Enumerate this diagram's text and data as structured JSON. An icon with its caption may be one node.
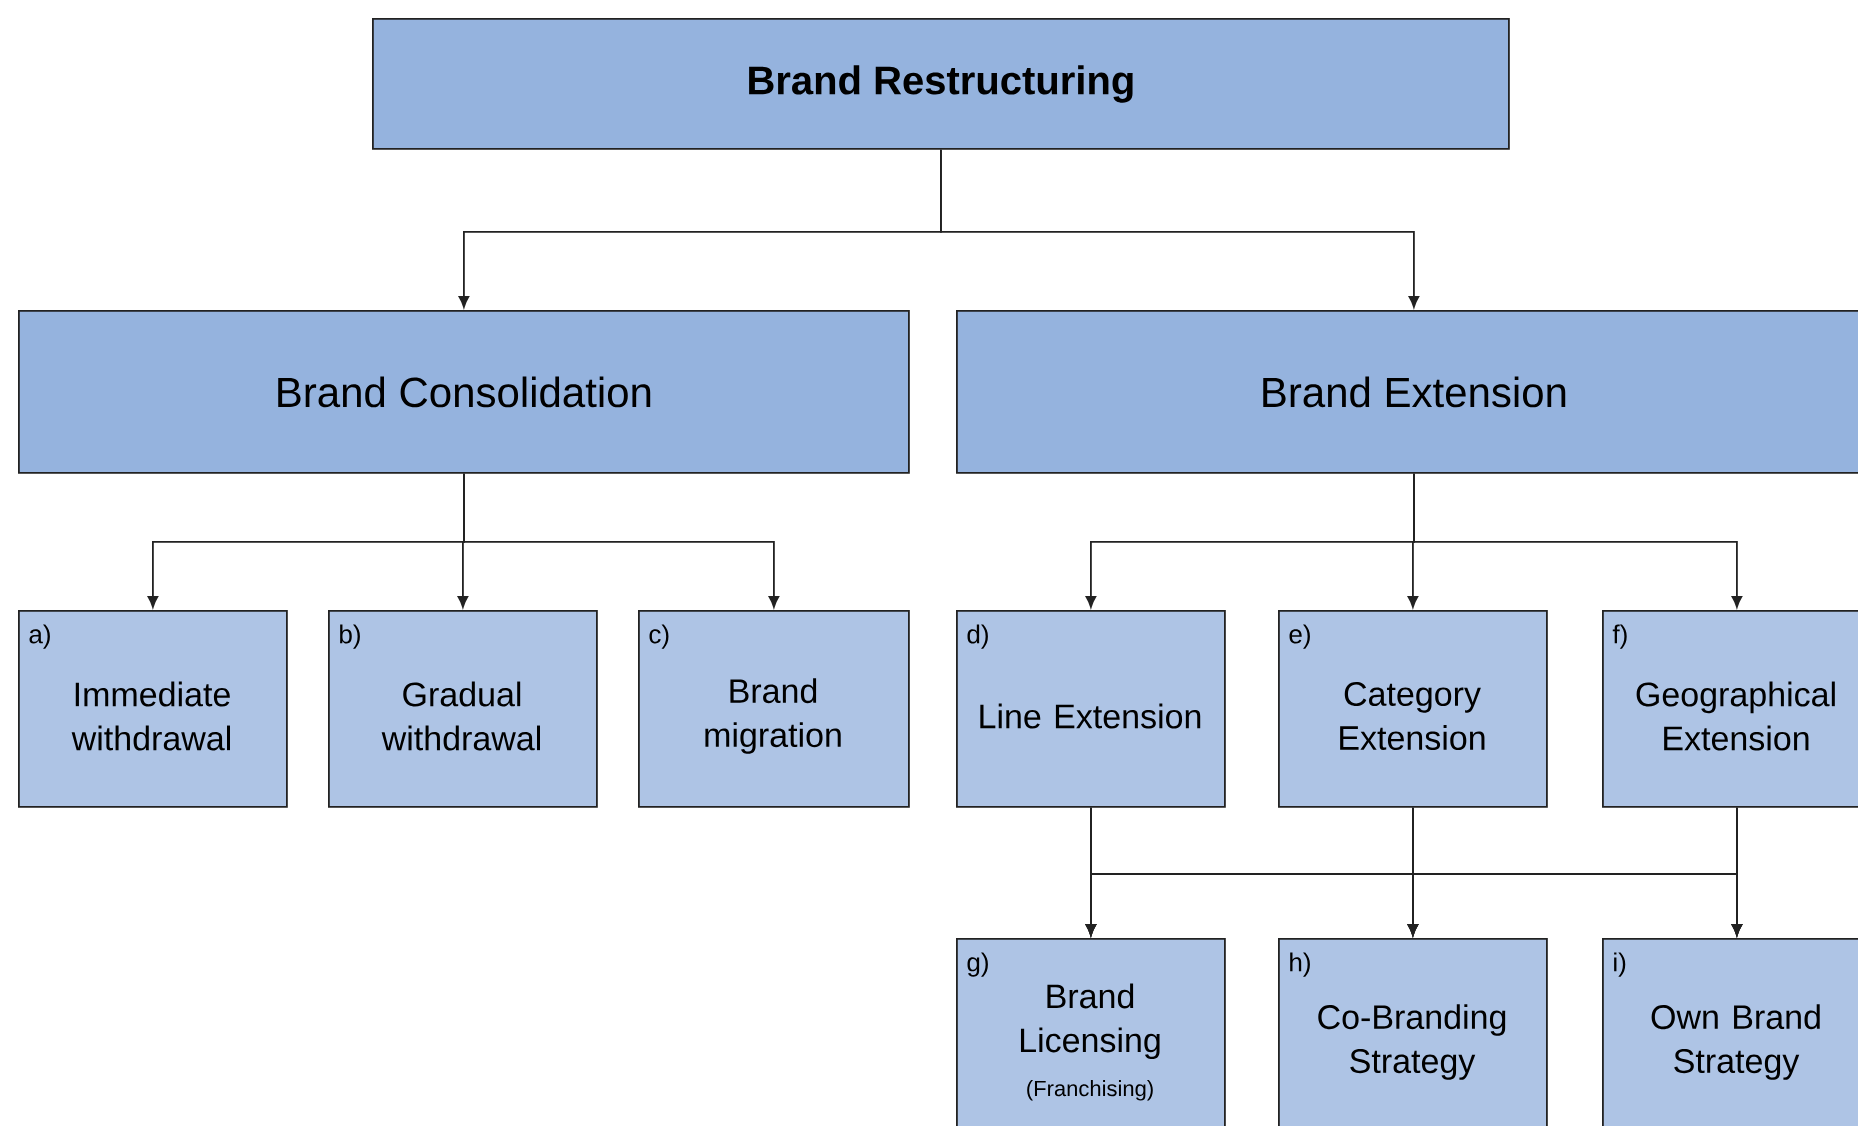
{
  "diagram": {
    "nodes": [
      {
        "text": [
          "Brand Restructuring"
        ]
      },
      {
        "text": [
          "Brand Consolidation"
        ]
      },
      {
        "text": [
          "Brand Extension"
        ]
      },
      {
        "text": [
          "a)",
          "Immediate withdrawal"
        ]
      },
      {
        "text": [
          "b)",
          "Gradual withdrawal"
        ]
      },
      {
        "text": [
          "c)",
          "Brand migration"
        ]
      },
      {
        "text": [
          "d)",
          "Line Extension"
        ]
      },
      {
        "text": [
          "e)",
          "Category Extension"
        ]
      },
      {
        "text": [
          "f)",
          "Geographical Extension"
        ]
      },
      {
        "text": [
          "g)",
          "Brand Licensing",
          "(Franchising)"
        ]
      },
      {
        "text": [
          "h)",
          "Co-Branding Strategy"
        ]
      },
      {
        "text": [
          "i)",
          "Own Brand Strategy"
        ]
      }
    ],
    "edges": [
      {
        "from": 0,
        "to": 1,
        "arrow": "to"
      },
      {
        "from": 0,
        "to": 2,
        "arrow": "to"
      },
      {
        "from": 1,
        "to": 3,
        "arrow": "to"
      },
      {
        "from": 1,
        "to": 4,
        "arrow": "to"
      },
      {
        "from": 1,
        "to": 5,
        "arrow": "to"
      },
      {
        "from": 2,
        "to": 6,
        "arrow": "to"
      },
      {
        "from": 2,
        "to": 7,
        "arrow": "to"
      },
      {
        "from": 2,
        "to": 8,
        "arrow": "to"
      },
      {
        "from": 6,
        "to": 9,
        "arrow": "to"
      },
      {
        "from": 6,
        "to": 10,
        "arrow": "to"
      },
      {
        "from": 6,
        "to": 11,
        "arrow": "to"
      },
      {
        "from": 7,
        "to": 9,
        "arrow": "to"
      },
      {
        "from": 7,
        "to": 10,
        "arrow": "to"
      },
      {
        "from": 7,
        "to": 11,
        "arrow": "to"
      },
      {
        "from": 8,
        "to": 9,
        "arrow": "to"
      },
      {
        "from": 8,
        "to": 10,
        "arrow": "to"
      },
      {
        "from": 8,
        "to": 11,
        "arrow": "to"
      }
    ]
  }
}
